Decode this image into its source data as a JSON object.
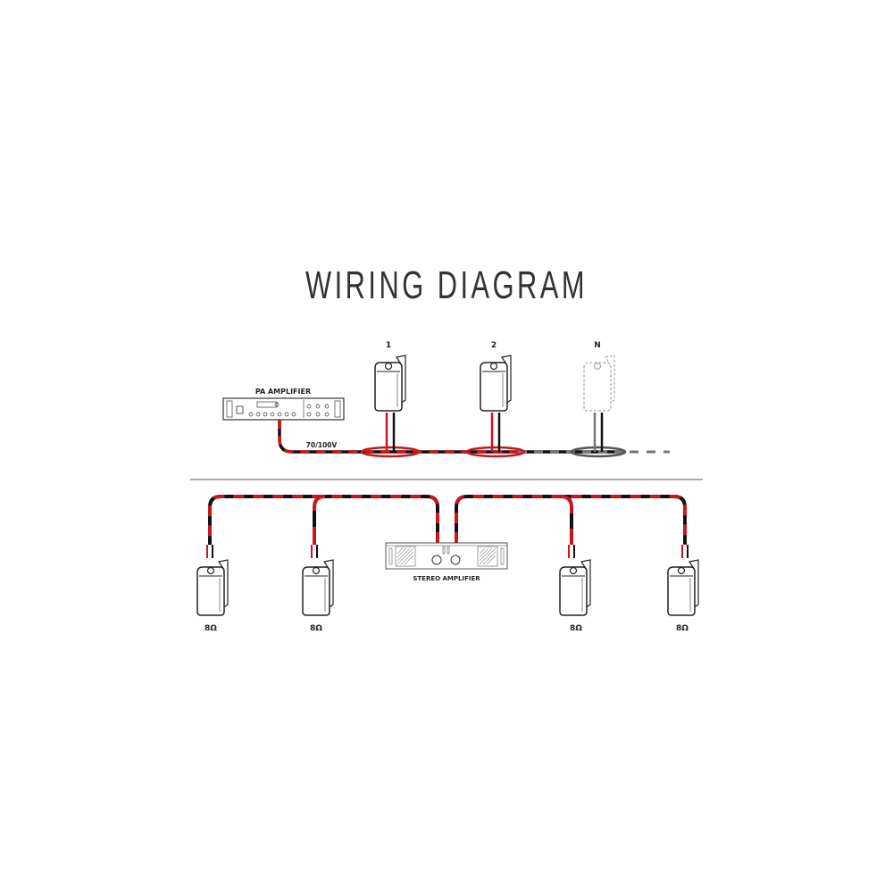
{
  "title": "WIRING DIAGRAM",
  "top_section": {
    "amplifier_label": "PA AMPLIFIER",
    "line_voltage_label": "70/100V",
    "speakers": [
      {
        "label": "1"
      },
      {
        "label": "2"
      },
      {
        "label": "N"
      }
    ]
  },
  "bottom_section": {
    "amplifier_label": "STEREO AMPLIFIER",
    "speakers": [
      {
        "label": "8Ω"
      },
      {
        "label": "8Ω"
      },
      {
        "label": "8Ω"
      },
      {
        "label": "8Ω"
      }
    ]
  },
  "colors": {
    "wire_red": "#c8161d",
    "wire_black": "#111111",
    "wire_gray": "#777777"
  }
}
